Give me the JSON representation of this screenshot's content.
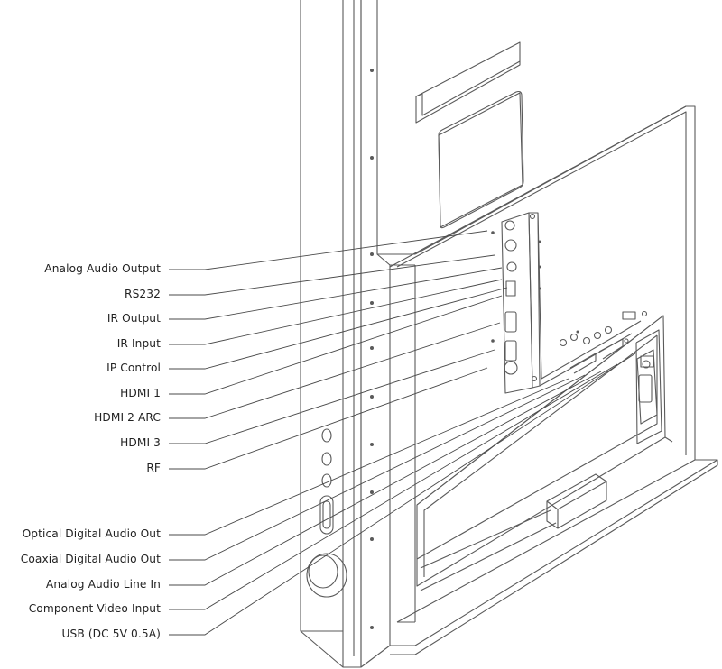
{
  "colors": {
    "line": "#4a4a4a",
    "text": "#222222",
    "background": "#ffffff"
  },
  "callouts": [
    {
      "id": "analog-audio-output",
      "label": "Analog Audio Output"
    },
    {
      "id": "rs232",
      "label": "RS232"
    },
    {
      "id": "ir-output",
      "label": "IR Output"
    },
    {
      "id": "ir-input",
      "label": "IR Input"
    },
    {
      "id": "ip-control",
      "label": "IP Control"
    },
    {
      "id": "hdmi-1",
      "label": "HDMI 1"
    },
    {
      "id": "hdmi-2-arc",
      "label": "HDMI 2 ARC"
    },
    {
      "id": "hdmi-3",
      "label": "HDMI 3"
    },
    {
      "id": "rf",
      "label": "RF"
    },
    {
      "id": "optical-digital-audio-out",
      "label": "Optical Digital Audio Out"
    },
    {
      "id": "coaxial-digital-audio-out",
      "label": "Coaxial Digital Audio Out"
    },
    {
      "id": "analog-audio-line-in",
      "label": "Analog Audio Line In"
    },
    {
      "id": "component-video-input",
      "label": "Component Video Input"
    },
    {
      "id": "usb",
      "label": "USB (DC 5V 0.5A)"
    }
  ]
}
